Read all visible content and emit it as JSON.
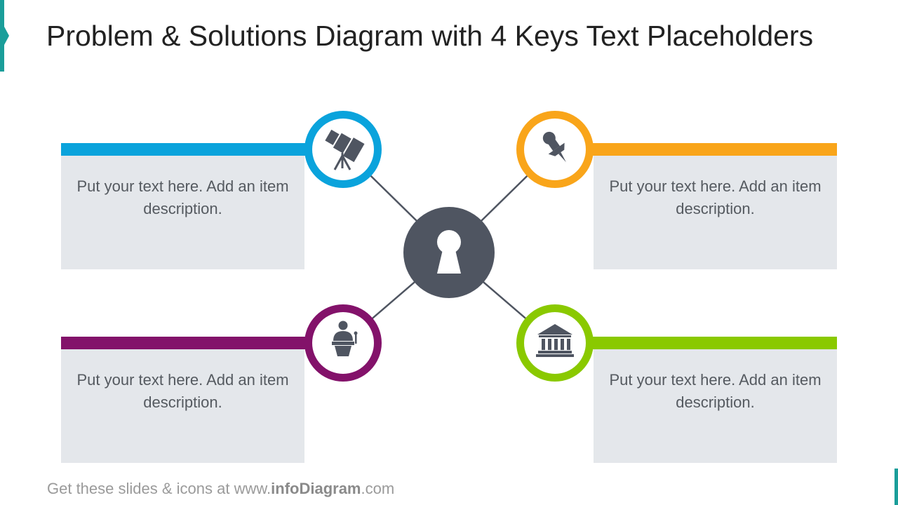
{
  "title": "Problem & Solutions Diagram with 4 Keys Text Placeholders",
  "colors": {
    "accent": "#1a9e9a",
    "blue": "#0aa3dc",
    "orange": "#f9a51a",
    "purple": "#83126a",
    "green": "#8ac900",
    "hub": "#4f5561",
    "box": "#e4e7eb"
  },
  "center": {
    "icon": "keyhole-icon"
  },
  "keys": [
    {
      "id": "top-left",
      "color": "#0aa3dc",
      "icon": "telescope-icon",
      "text": "Put your text here. Add an item description."
    },
    {
      "id": "top-right",
      "color": "#f9a51a",
      "icon": "pushpin-icon",
      "text": "Put your text here. Add an item description."
    },
    {
      "id": "bottom-left",
      "color": "#83126a",
      "icon": "speaker-podium-icon",
      "text": "Put your text here. Add an item description."
    },
    {
      "id": "bottom-right",
      "color": "#8ac900",
      "icon": "bank-building-icon",
      "text": "Put your text here. Add an item description."
    }
  ],
  "footer": {
    "prefix": "Get these slides & icons at www.",
    "brand": "infoDiagram",
    "suffix": ".com"
  }
}
